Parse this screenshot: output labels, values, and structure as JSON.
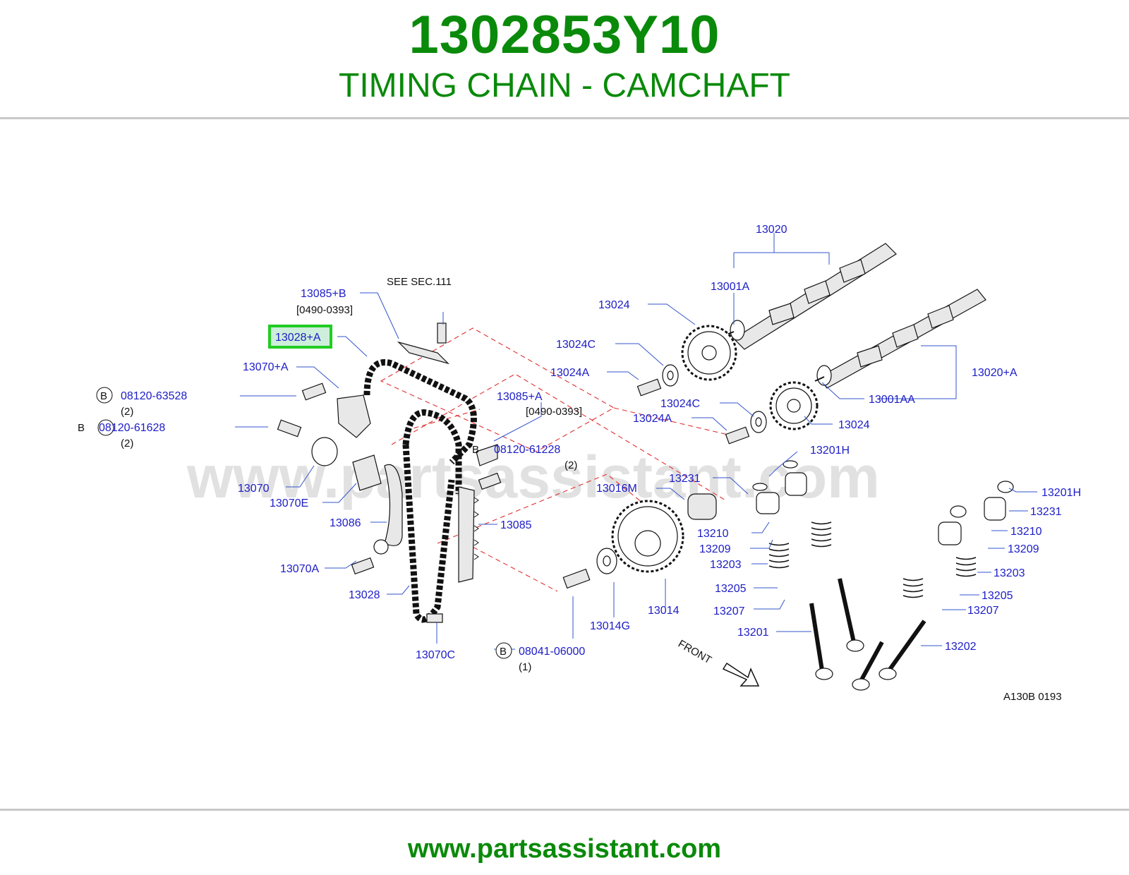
{
  "header": {
    "part_number": "1302853Y10",
    "title": "TIMING CHAIN - CAMCHAFT"
  },
  "footer": {
    "url": "www.partsassistant.com"
  },
  "watermark": "www.partsassistant.com",
  "colors": {
    "brand_green": "#0a8a0a",
    "part_label_blue": "#1c1cc8",
    "highlight": "#22cc22",
    "dash_red": "#e03030"
  },
  "diagram": {
    "code": "A130B   0193",
    "front_label": "FRONT",
    "see_sec": "SEE   SEC.111",
    "highlighted_part": "13028+A",
    "bolt_symbol": "B",
    "labels": {
      "p13020": "13020",
      "p13001A": "13001A",
      "p13024_top": "13024",
      "p13024C_1": "13024C",
      "p13024A_1": "13024A",
      "p13020A": "13020+A",
      "p13001AA": "13001AA",
      "p13024C_2": "13024C",
      "p13024A_2": "13024A",
      "p13024_mid": "13024",
      "p13085B": "13085+B",
      "p13085B_range": "[0490-0393]",
      "p13028A": "13028+A",
      "p13070A_plus": "13070+A",
      "p08120_63528": "08120-63528",
      "p08120_63528_qty": "(2)",
      "p08120_61628": "08120-61628",
      "p08120_61628_qty": "(2)",
      "p13085A_plus": "13085+A",
      "p13085A_range": "[0490-0393]",
      "p08120_61228": "08120-61228",
      "p08120_61228_qty": "(2)",
      "p13070": "13070",
      "p13070E": "13070E",
      "p13086": "13086",
      "p13085": "13085",
      "p13070A": "13070A",
      "p13028": "13028",
      "p13070C": "13070C",
      "p08041_06000": "08041-06000",
      "p08041_06000_qty": "(1)",
      "p13016M": "13016M",
      "p13014": "13014",
      "p13014G": "13014G",
      "p13201H_1": "13201H",
      "p13231_1": "13231",
      "p13210_1": "13210",
      "p13209_1": "13209",
      "p13203_1": "13203",
      "p13205_1": "13205",
      "p13207_1": "13207",
      "p13201": "13201",
      "p13201H_2": "13201H",
      "p13231_2": "13231",
      "p13210_2": "13210",
      "p13209_2": "13209",
      "p13203_2": "13203",
      "p13205_2": "13205",
      "p13207_2": "13207",
      "p13202": "13202"
    }
  }
}
